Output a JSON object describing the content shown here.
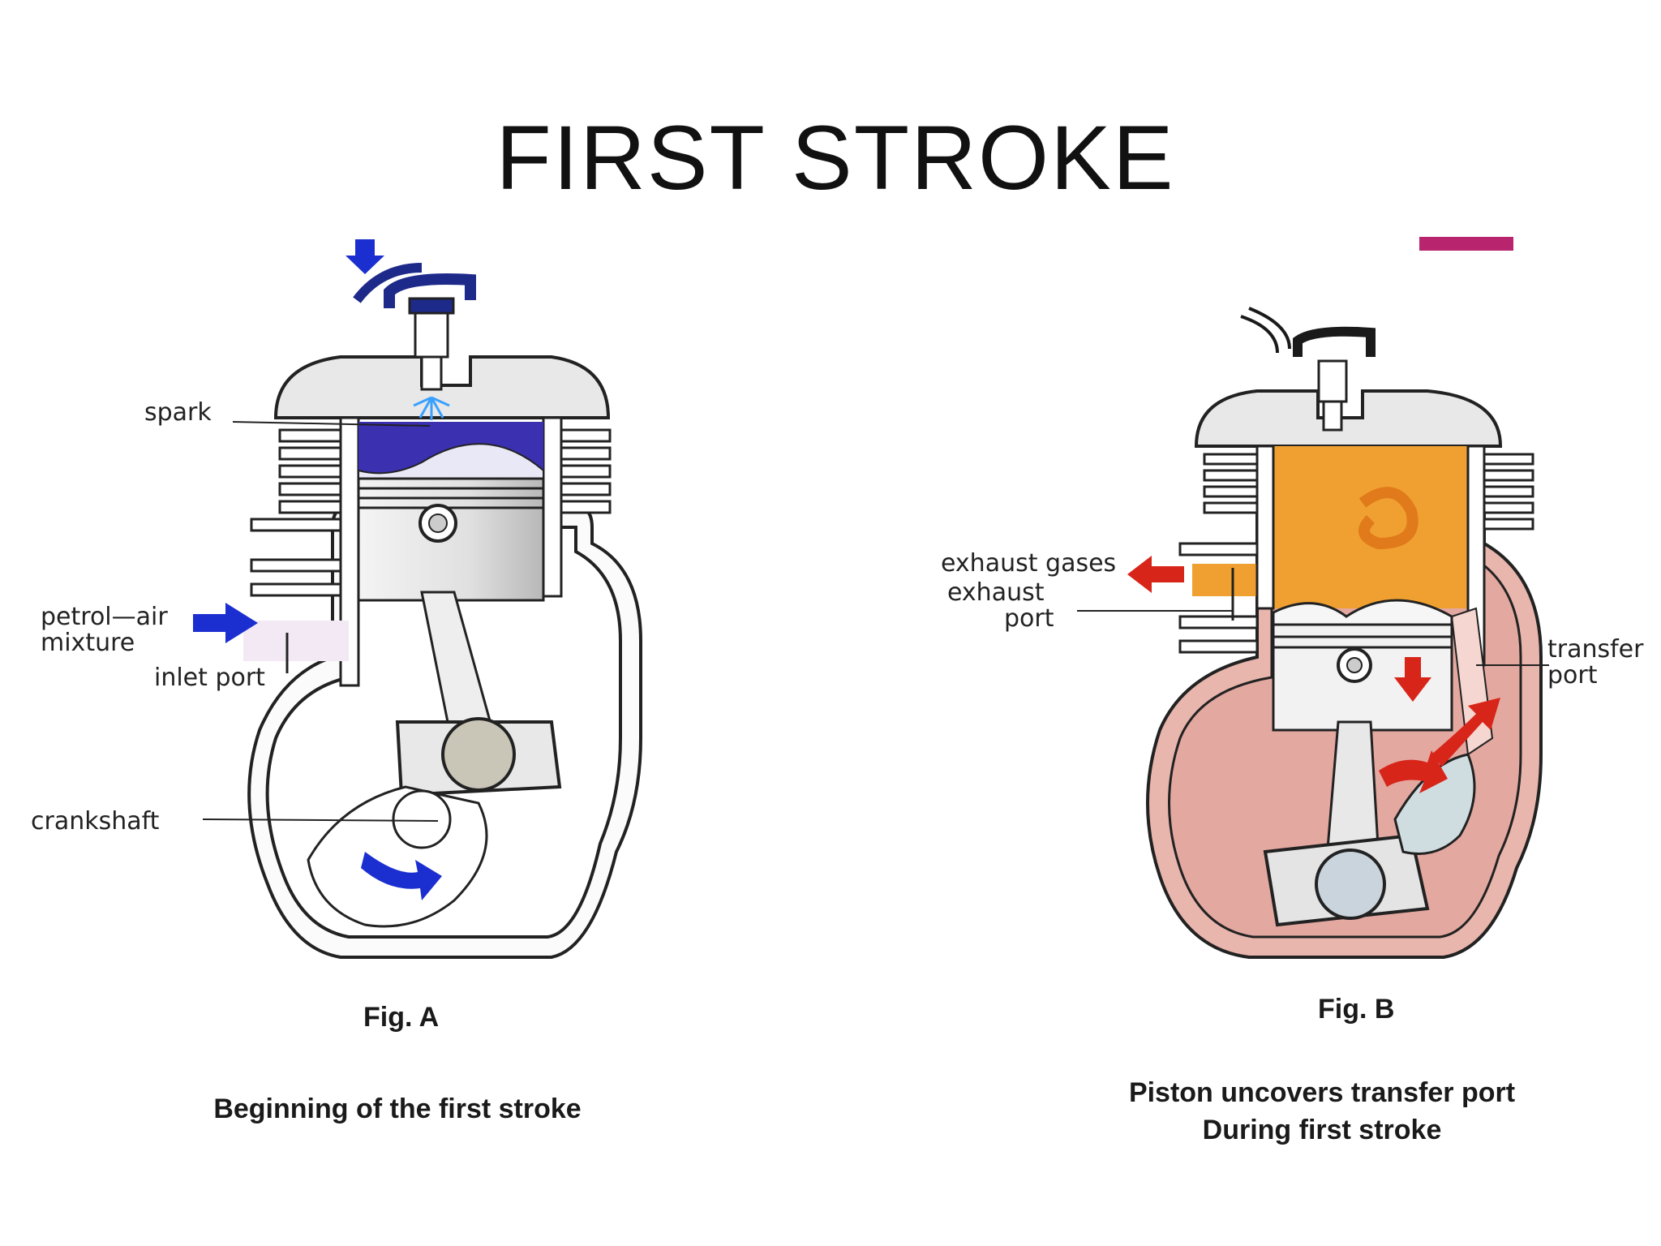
{
  "slide": {
    "title": "FIRST STROKE",
    "accent_color": "#b8256e"
  },
  "figure_a": {
    "label": "Fig. A",
    "caption": "Beginning of the first stroke",
    "annotations": {
      "spark": "spark",
      "petrol_air_1": "petrol—air",
      "petrol_air_2": "mixture",
      "inlet_port": "inlet port",
      "crankshaft": "crankshaft"
    },
    "colors": {
      "charge": "#3a30b0",
      "arrow": "#1b2fd0"
    }
  },
  "figure_b": {
    "label": "Fig. B",
    "caption_line1": "Piston uncovers transfer port",
    "caption_line2": "During first stroke",
    "annotations": {
      "exhaust_gases": "exhaust gases",
      "exhaust_port_1": "exhaust",
      "exhaust_port_2": "port",
      "transfer_port_1": "transfer",
      "transfer_port_2": "port"
    },
    "colors": {
      "combustion": "#f0a030",
      "crankcase": "#e3a8a0",
      "arrow": "#d8251a"
    }
  }
}
